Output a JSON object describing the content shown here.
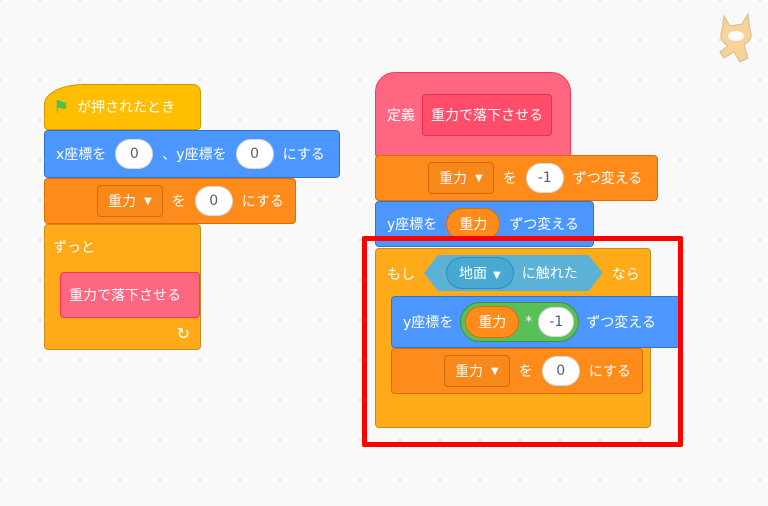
{
  "sprite_icon": "scratch-cat-icon",
  "left_script": {
    "hat": {
      "icon": "green-flag-icon",
      "label": "が押されたとき"
    },
    "goto": {
      "x_label": "x座標を",
      "x_value": "0",
      "sep": "、y座標を",
      "y_value": "0",
      "suffix": "にする"
    },
    "set_var": {
      "variable": "重力",
      "mid": "を",
      "value": "0",
      "suffix": "にする"
    },
    "forever": {
      "label": "ずっと",
      "call": "重力で落下させる",
      "loop_icon": "↻"
    }
  },
  "right_script": {
    "define": {
      "label": "定義",
      "name": "重力で落下させる"
    },
    "change_var": {
      "variable": "重力",
      "mid": "を",
      "value": "-1",
      "suffix": "ずつ変える"
    },
    "change_y": {
      "label": "y座標を",
      "reporter": "重力",
      "suffix": "ずつ変える"
    },
    "if": {
      "label": "もし",
      "sensing_target": "地面",
      "sensing_label": "に触れた",
      "then": "なら",
      "change_y": {
        "label": "y座標を",
        "op_left": "重力",
        "op": "*",
        "op_right": "-1",
        "suffix": "ずつ変える"
      },
      "set_var": {
        "variable": "重力",
        "mid": "を",
        "value": "0",
        "suffix": "にする"
      }
    }
  },
  "highlight_color": "#ff0000"
}
